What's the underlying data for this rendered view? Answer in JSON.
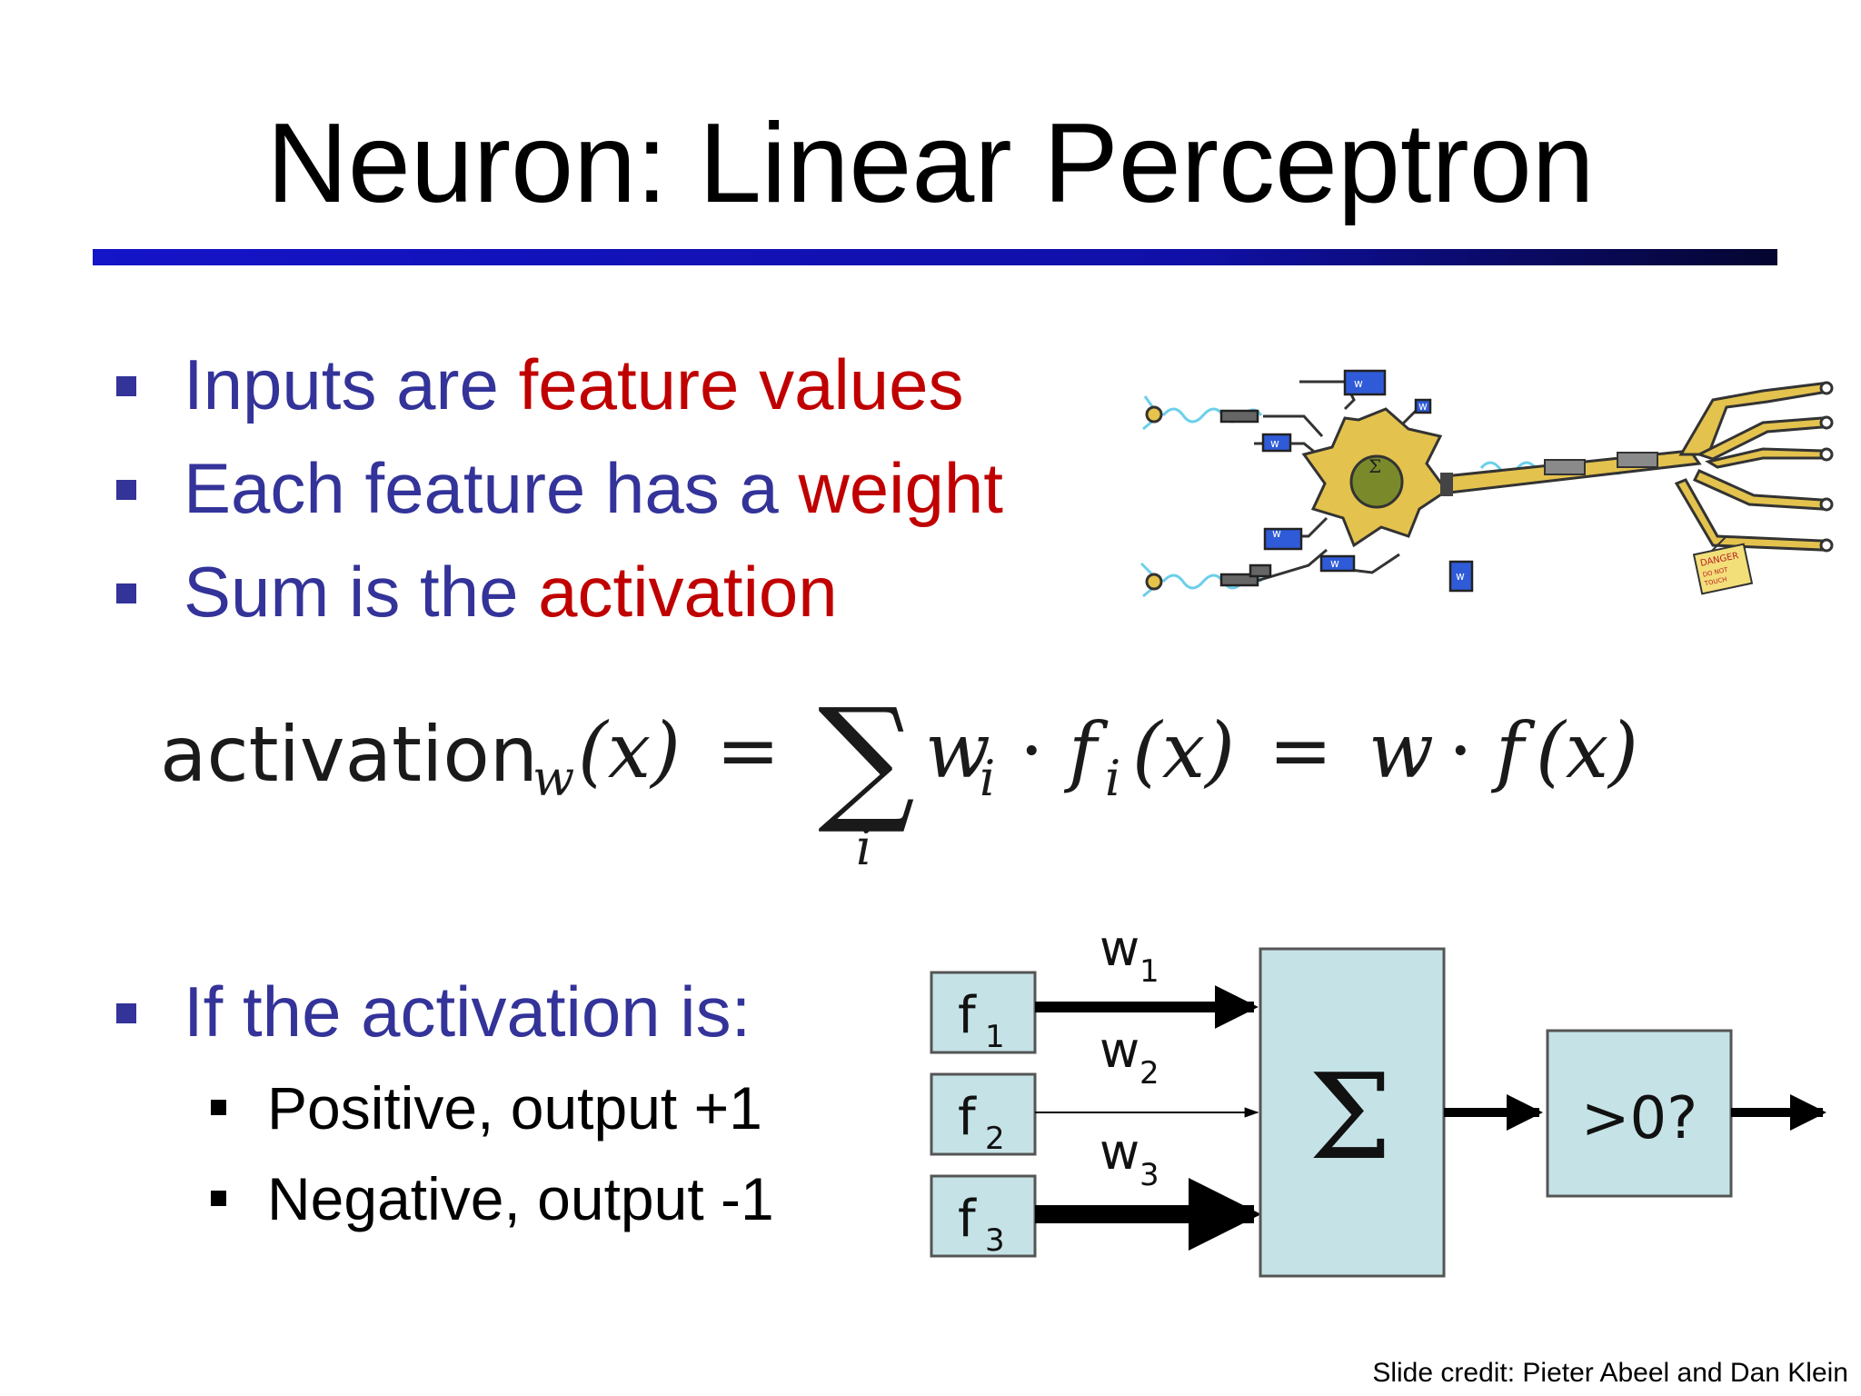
{
  "slide": {
    "title": "Neuron: Linear Perceptron",
    "bullets": [
      {
        "prefix": "Inputs are ",
        "highlight": "feature values"
      },
      {
        "prefix": "Each feature has a ",
        "highlight": "weight"
      },
      {
        "prefix": "Sum is the ",
        "highlight": "activation"
      }
    ],
    "condition_bullet": "If the activation is:",
    "sub_bullets": [
      "Positive, output +1",
      "Negative, output -1"
    ],
    "credit": "Slide credit: Pieter Abeel and Dan Klein",
    "colors": {
      "bullet_text": "#333399",
      "highlight": "#c00000",
      "rule_start": "#1414c8",
      "rule_end": "#050530",
      "diagram_fill": "#c5e3e6"
    }
  },
  "formula": {
    "word": "activation",
    "word_sub": "w",
    "arg": "(x)",
    "eq1": "=",
    "sigma": "∑",
    "sigma_index": "i",
    "w": "w",
    "w_sub": "i",
    "dot1": "·",
    "f": "f",
    "f_sub": "i",
    "f_arg": "(x)",
    "eq2": "=",
    "rhs_w": "w",
    "dot2": "·",
    "rhs_f": "f",
    "rhs_arg": "(x)"
  },
  "diagram": {
    "inputs": [
      {
        "label": "f",
        "sub": "1",
        "weight": "w",
        "weight_sub": "1"
      },
      {
        "label": "f",
        "sub": "2",
        "weight": "w",
        "weight_sub": "2"
      },
      {
        "label": "f",
        "sub": "3",
        "weight": "w",
        "weight_sub": "3"
      }
    ],
    "sum_symbol": "Σ",
    "threshold_label": ">0?"
  },
  "neuron_illustration": {
    "sigma": "Σ",
    "weight_tags": [
      "w",
      "w",
      "w",
      "w",
      "w",
      "w"
    ],
    "sign_lines": [
      "DANGER",
      "DO NOT",
      "TOUCH"
    ]
  }
}
